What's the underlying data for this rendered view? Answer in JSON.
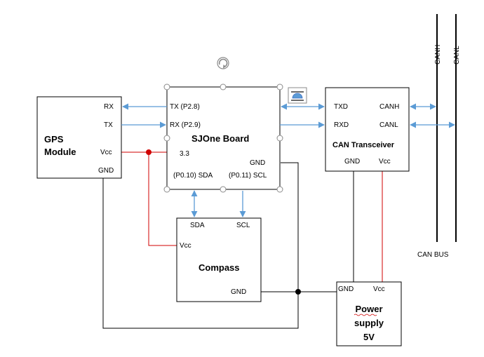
{
  "gps": {
    "title_line1": "GPS",
    "title_line2": "Module",
    "pin_rx": "RX",
    "pin_tx": "TX",
    "pin_vcc": "Vcc",
    "pin_gnd": "GND"
  },
  "sjone": {
    "title": "SJOne Board",
    "pin_tx": "TX (P2.8)",
    "pin_rx": "RX (P2.9)",
    "pin_33": "3.3",
    "pin_gnd": "GND",
    "pin_sda": "(P0.10) SDA",
    "pin_scl": "(P0.11) SCL"
  },
  "can": {
    "title": "CAN Transceiver",
    "pin_txd": "TXD",
    "pin_rxd": "RXD",
    "pin_canh": "CANH",
    "pin_canl": "CANL",
    "pin_gnd": "GND",
    "pin_vcc": "Vcc"
  },
  "compass": {
    "title": "Compass",
    "pin_sda": "SDA",
    "pin_scl": "SCL",
    "pin_vcc": "Vcc",
    "pin_gnd": "GND"
  },
  "power": {
    "title_line1": "Power",
    "title_line2": "supply",
    "title_line3": "5V",
    "pin_gnd": "GND",
    "pin_vcc": "Vcc"
  },
  "bus": {
    "canh_label": "CANH",
    "canl_label": "CANL",
    "bus_label": "CAN BUS"
  },
  "colors": {
    "power_line": "#d00000",
    "signal_arrow": "#5b9bd5",
    "wire": "#000000"
  },
  "icons": [
    "rotate-handle-icon",
    "layout-options-icon"
  ]
}
